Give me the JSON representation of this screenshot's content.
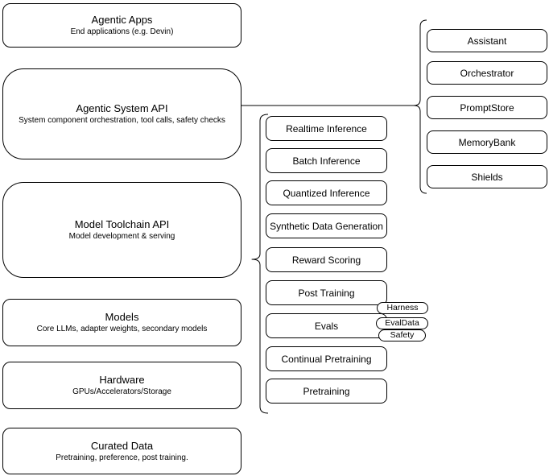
{
  "left": [
    {
      "title": "Agentic Apps",
      "subtitle": "End applications (e.g. Devin)"
    },
    {
      "title": "Agentic System API",
      "subtitle": "System component orchestration, tool calls, safety checks"
    },
    {
      "title": "Model Toolchain API",
      "subtitle": "Model development & serving"
    },
    {
      "title": "Models",
      "subtitle": "Core LLMs, adapter weights, secondary models"
    },
    {
      "title": "Hardware",
      "subtitle": "GPUs/Accelerators/Storage"
    },
    {
      "title": "Curated Data",
      "subtitle": "Pretraining, preference, post training."
    }
  ],
  "middle": {
    "items": [
      "Realtime Inference",
      "Batch Inference",
      "Quantized Inference",
      "Synthetic Data Generation",
      "Reward Scoring",
      "Post Training",
      "Evals",
      "Continual Pretraining",
      "Pretraining"
    ]
  },
  "pills": [
    "Harness",
    "EvalData",
    "Safety"
  ],
  "right": [
    "Assistant",
    "Orchestrator",
    "PromptStore",
    "MemoryBank",
    "Shields"
  ],
  "colors": {
    "stroke": "#000000",
    "fill": "#ffffff",
    "text": "#000000"
  }
}
